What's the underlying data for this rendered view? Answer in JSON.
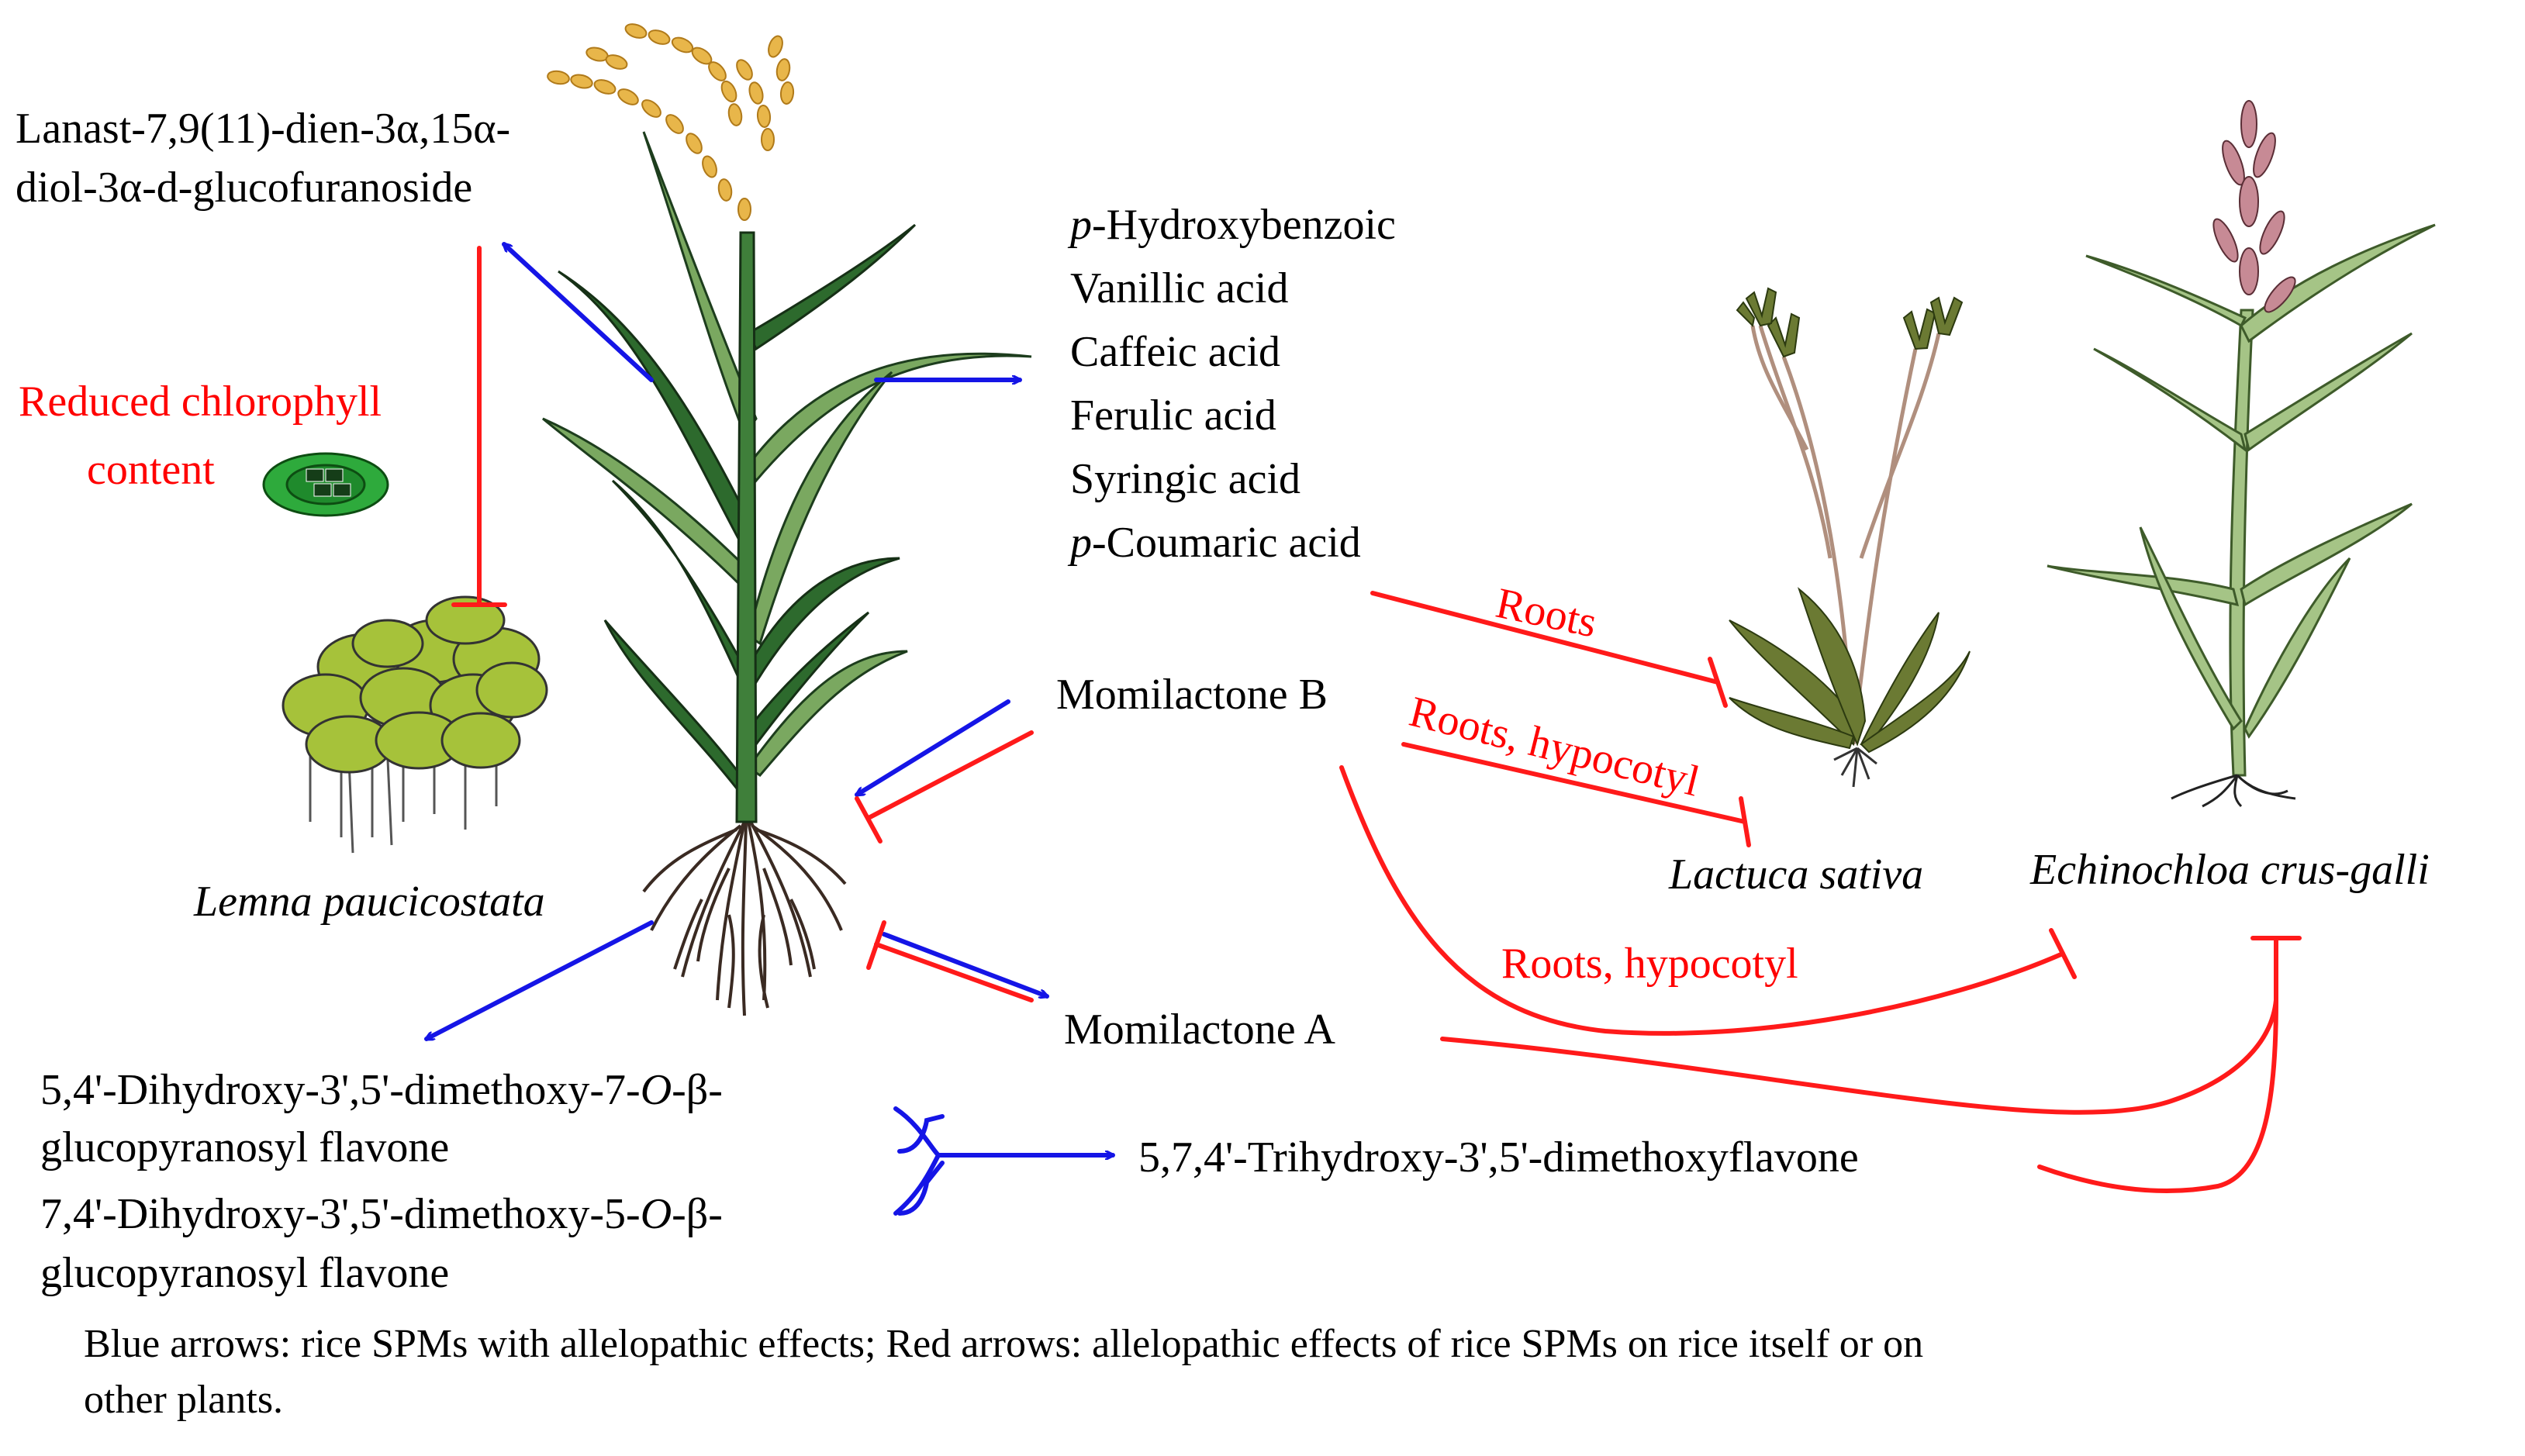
{
  "colors": {
    "promote": "#1515e6",
    "inhibit": "#ff1a1a",
    "rice_dark": "#2d6a2d",
    "rice_light": "#7aa860",
    "panicle": "#e8b64a",
    "lemna": "#a6c23a",
    "chloroplast": "#2eaa3c",
    "lettuce": "#6b7a33",
    "echinochloa": "#a5c486"
  },
  "compounds": {
    "lanast_line1": "Lanast-7,9(11)-dien-3α,15α-",
    "lanast_line2": "diol-3α-d-glucofuranoside",
    "phenolics": [
      {
        "prefix": "p",
        "rest": "-Hydroxybenzoic"
      },
      {
        "prefix": "",
        "rest": "Vanillic acid"
      },
      {
        "prefix": "",
        "rest": "Caffeic acid"
      },
      {
        "prefix": "",
        "rest": "Ferulic acid"
      },
      {
        "prefix": "",
        "rest": "Syringic acid"
      },
      {
        "prefix": "p",
        "rest": "-Coumaric acid"
      }
    ],
    "momilactone_b": "Momilactone B",
    "momilactone_a": "Momilactone A",
    "flavone1_line1_a": "5,4'-Dihydroxy-3',5'-dimethoxy-7-",
    "flavone1_line1_o": "O",
    "flavone1_line1_b": "-β-",
    "flavone1_line2": "glucopyranosyl flavone",
    "flavone2_line1_a": "7,4'-Dihydroxy-3',5'-dimethoxy-5-",
    "flavone2_line1_o": "O",
    "flavone2_line1_b": "-β-",
    "flavone2_line2": "glucopyranosyl flavone",
    "trihydroxy": "5,7,4'-Trihydroxy-3',5'-dimethoxyflavone"
  },
  "effects": {
    "chlorophyll_line1": "Reduced chlorophyll",
    "chlorophyll_line2": "content",
    "roots": "Roots",
    "roots_hypocotyl_1": "Roots, hypocotyl",
    "roots_hypocotyl_2": "Roots, hypocotyl"
  },
  "species": {
    "lemna": "Lemna paucicostata",
    "lactuca": "Lactuca sativa",
    "echinochloa": "Echinochloa crus-galli"
  },
  "caption": {
    "line1": "Blue arrows: rice SPMs with allelopathic effects; Red arrows: allelopathic effects of rice SPMs on rice itself or on",
    "line2": "other plants."
  }
}
